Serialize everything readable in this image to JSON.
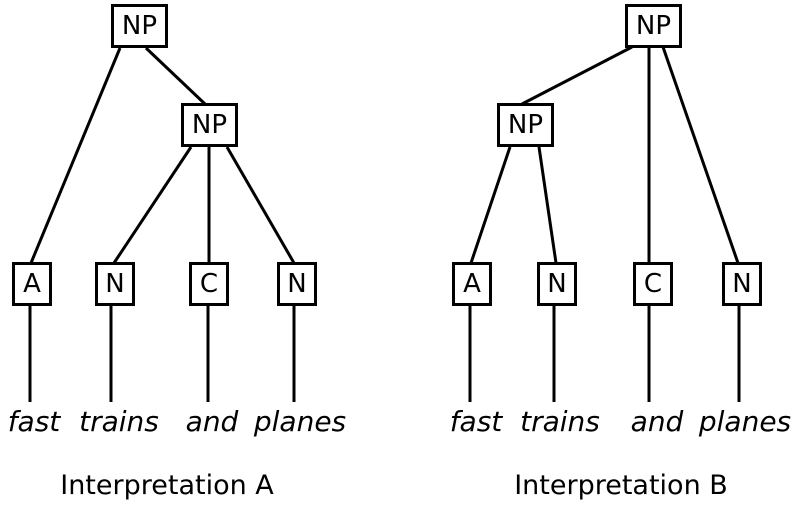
{
  "figure": {
    "background_color": "#ffffff",
    "line_color": "#000000",
    "trees": [
      {
        "caption": "Interpretation A",
        "root": "NP",
        "inner": "NP",
        "leaves": [
          "A",
          "N",
          "C",
          "N"
        ],
        "words": [
          "fast",
          "trains",
          "and",
          "planes"
        ]
      },
      {
        "caption": "Interpretation B",
        "root": "NP",
        "inner": "NP",
        "leaves": [
          "A",
          "N",
          "C",
          "N"
        ],
        "words": [
          "fast",
          "trains",
          "and",
          "planes"
        ]
      }
    ]
  }
}
